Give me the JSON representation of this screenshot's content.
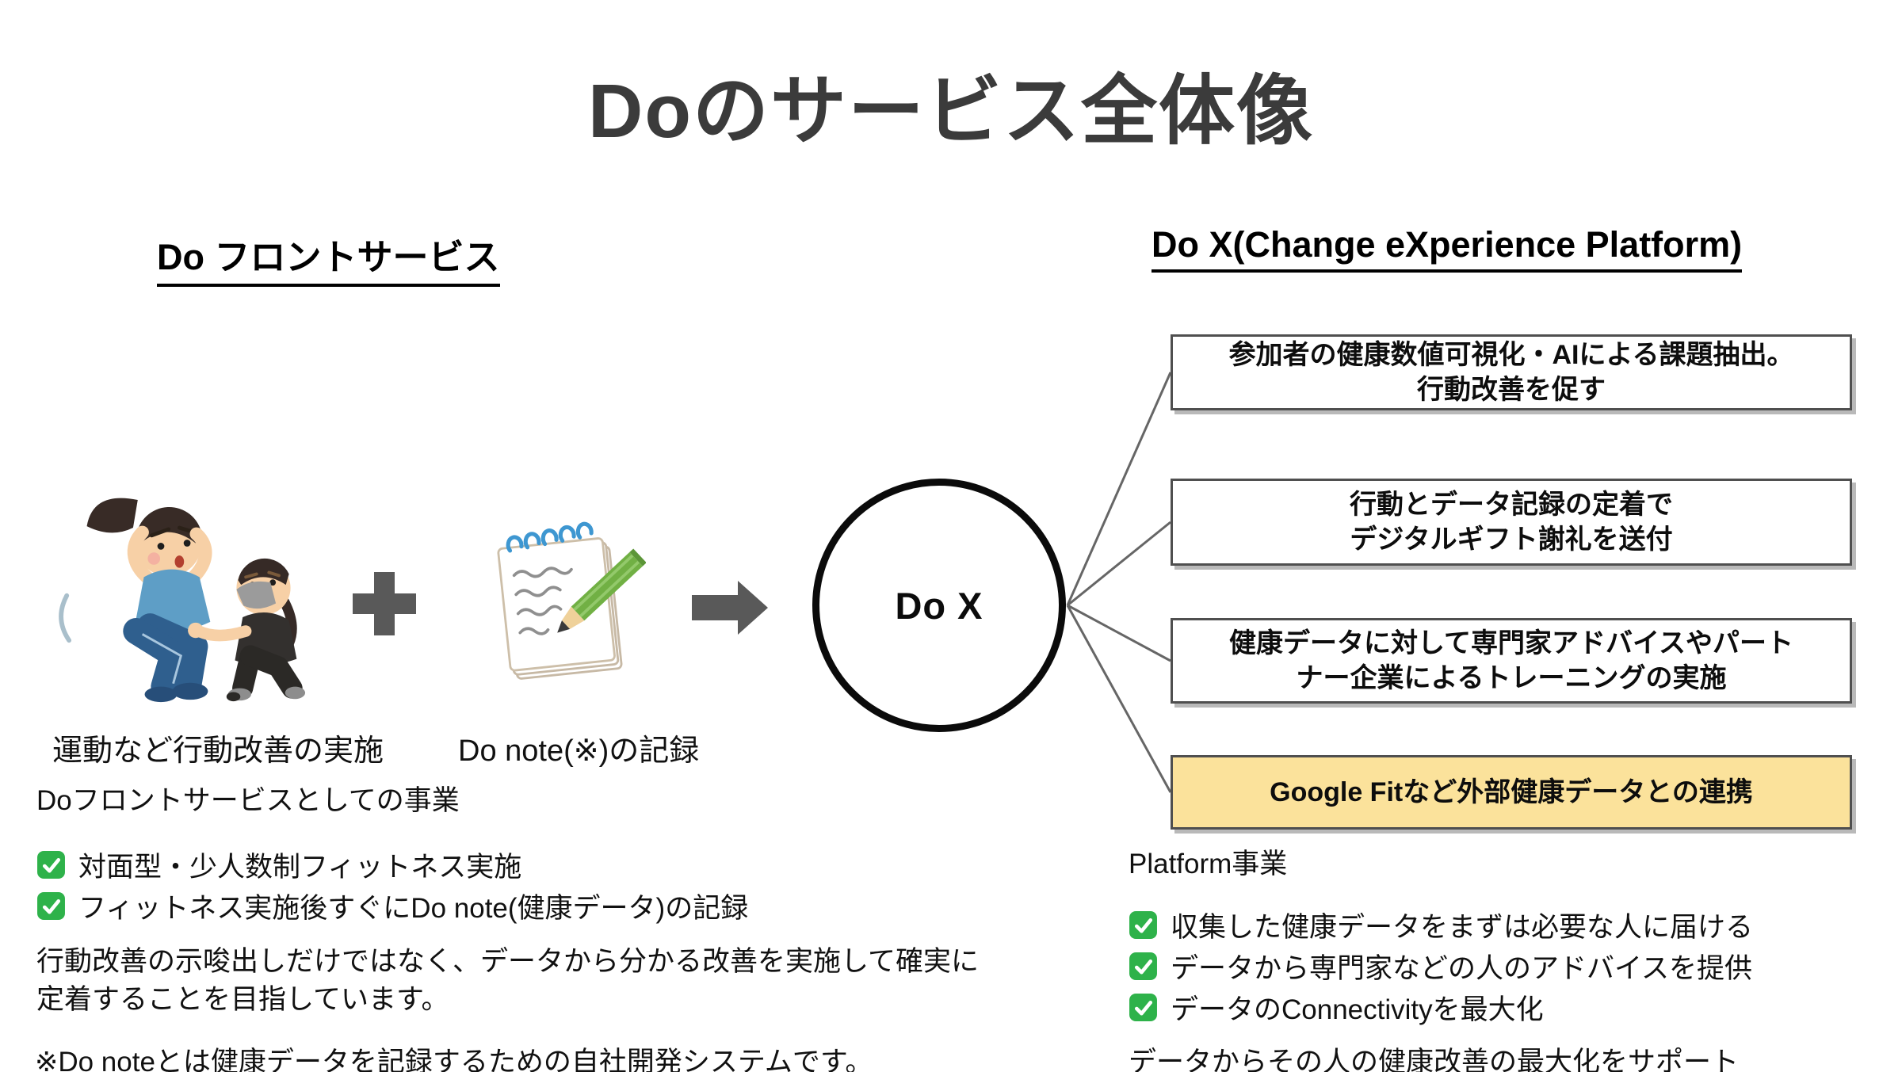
{
  "title": "Doのサービス全体像",
  "left": {
    "heading": "Do フロントサービス",
    "exercise_caption": "運動など行動改善の実施",
    "note_caption": "Do note(※)の記録",
    "business_label": "Doフロントサービスとしての事業",
    "checklist": [
      "対面型・少人数制フィットネス実施",
      "フィットネス実施後すぐにDo note(健康データ)の記録"
    ],
    "paragraph": "行動改善の示唆出しだけではなく、データから分かる改善を実施して確実に定着することを目指しています。",
    "footnote": "※Do noteとは健康データを記録するための自社開発システムです。"
  },
  "hub": {
    "label": "Do X"
  },
  "right": {
    "heading": "Do X(Change eXperience Platform)",
    "boxes": [
      {
        "lines": [
          "参加者の健康数値可視化・AIによる課題抽出。",
          "行動改善を促す"
        ],
        "highlighted": false
      },
      {
        "lines": [
          "行動とデータ記録の定着で",
          "デジタルギフト謝礼を送付"
        ],
        "highlighted": false
      },
      {
        "lines": [
          "健康データに対して専門家アドバイスやパート",
          "ナー企業によるトレーニングの実施"
        ],
        "highlighted": false
      },
      {
        "lines": [
          "Google Fitなど外部健康データとの連携"
        ],
        "highlighted": true
      }
    ],
    "business_label": "Platform事業",
    "checklist": [
      "収集した健康データをまずは必要な人に届ける",
      "データから専門家などの人のアドバイスを提供",
      "データのConnectivityを最大化"
    ],
    "footer": "データからその人の健康改善の最大化をサポート"
  },
  "colors": {
    "highlight_yellow": "#FBE29B",
    "box_border": "#4f4f4f",
    "connector_gray": "#666666",
    "check_green": "#2EB24A",
    "arrow_gray": "#595959"
  }
}
